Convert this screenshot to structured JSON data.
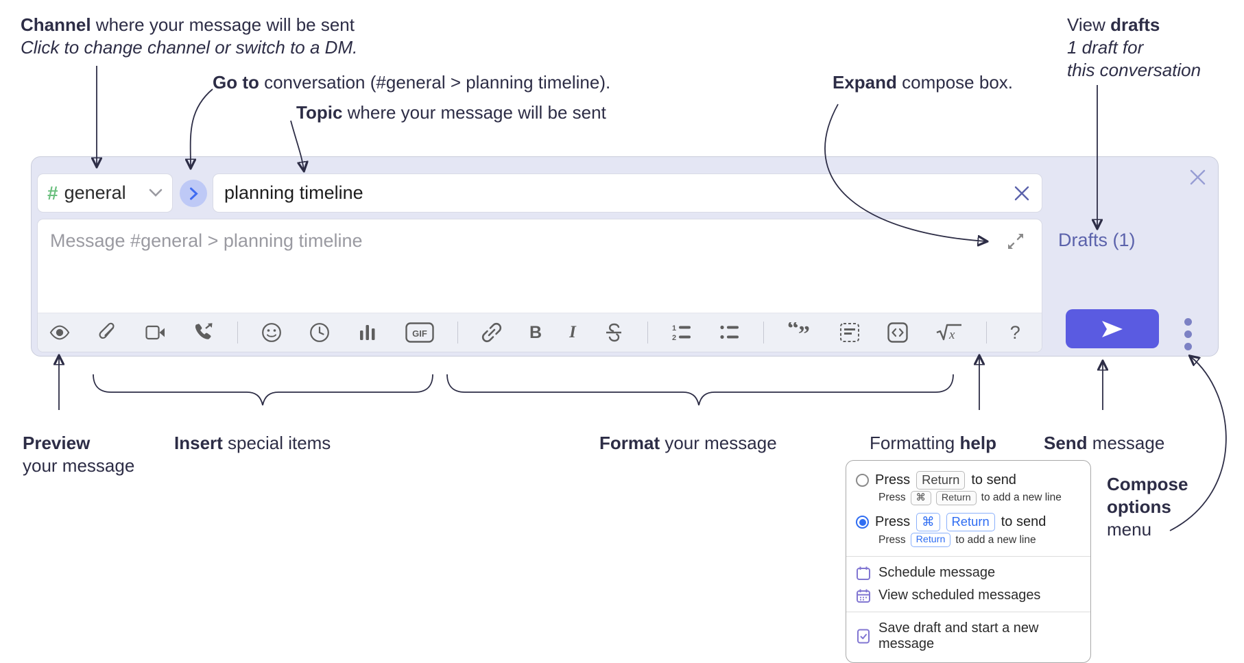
{
  "colors": {
    "annotation_text": "#2d2d46",
    "compose_background": "#e4e6f4",
    "channel_hash_green": "#6abf7e",
    "go_to_circle": "#bec9f6",
    "go_to_chevron": "#3f6bf1",
    "drafts_link": "#5b62ab",
    "send_button": "#5a5be1",
    "toolbar_icon_gray": "#5e5e5e",
    "selected_radio_blue": "#2f6df2",
    "menu_icon_purple": "#8176d2"
  },
  "annotations": {
    "channel": {
      "bold": "Channel",
      "rest": " where your message will be sent",
      "line2": "Click to change channel or switch to a DM."
    },
    "goto": {
      "bold": "Go to",
      "rest": " conversation (#general > planning timeline)."
    },
    "topic": {
      "bold": "Topic",
      "rest": " where your message will be sent"
    },
    "expand": {
      "bold": "Expand",
      "rest": " compose box."
    },
    "drafts": {
      "line1_pre": "View ",
      "line1_bold": "drafts",
      "line2": "1 draft for",
      "line3": "this conversation"
    },
    "preview": {
      "bold": "Preview",
      "line2": "your message"
    },
    "insert": {
      "bold": "Insert",
      "rest": " special items"
    },
    "format": {
      "bold": "Format",
      "rest": " your message"
    },
    "fmt_help": {
      "pre": "Formatting ",
      "bold": "help"
    },
    "send": {
      "bold": "Send",
      "rest": " message"
    },
    "compose_menu": {
      "line1": "Compose",
      "line2": "options",
      "line3": "menu"
    }
  },
  "compose": {
    "channel_selector": {
      "hash": "#",
      "name": "general"
    },
    "topic_input": {
      "value": "planning timeline"
    },
    "message_input": {
      "placeholder": "Message #general > planning timeline"
    },
    "drafts_link": "Drafts (1)",
    "toolbar_icons": [
      "preview-eye",
      "attach-paperclip",
      "video-call",
      "voice-call",
      "emoji",
      "schedule-clock",
      "poll-chart",
      "gif",
      "link",
      "bold",
      "italic",
      "strikethrough",
      "numbered-list",
      "bulleted-list",
      "quote",
      "spoiler",
      "code",
      "math",
      "formatting-help"
    ],
    "toolbar_glyphs": {
      "gif": "GIF",
      "bold": "B",
      "italic": "I",
      "help": "?"
    }
  },
  "popup": {
    "option1": {
      "prefix": "Press",
      "key1": "Return",
      "suffix": "to send",
      "sub_prefix": "Press",
      "sub_key1": "⌘",
      "sub_key2": "Return",
      "sub_suffix": "to add a new line"
    },
    "option2": {
      "prefix": "Press",
      "key1": "⌘",
      "key2": "Return",
      "suffix": "to send",
      "sub_prefix": "Press",
      "sub_key1": "Return",
      "sub_suffix": "to add a new line"
    },
    "items": [
      {
        "icon": "calendar-icon",
        "label": "Schedule message"
      },
      {
        "icon": "calendar-view-icon",
        "label": "View scheduled messages"
      },
      {
        "icon": "save-draft-icon",
        "label": "Save draft and start a new message"
      }
    ]
  }
}
